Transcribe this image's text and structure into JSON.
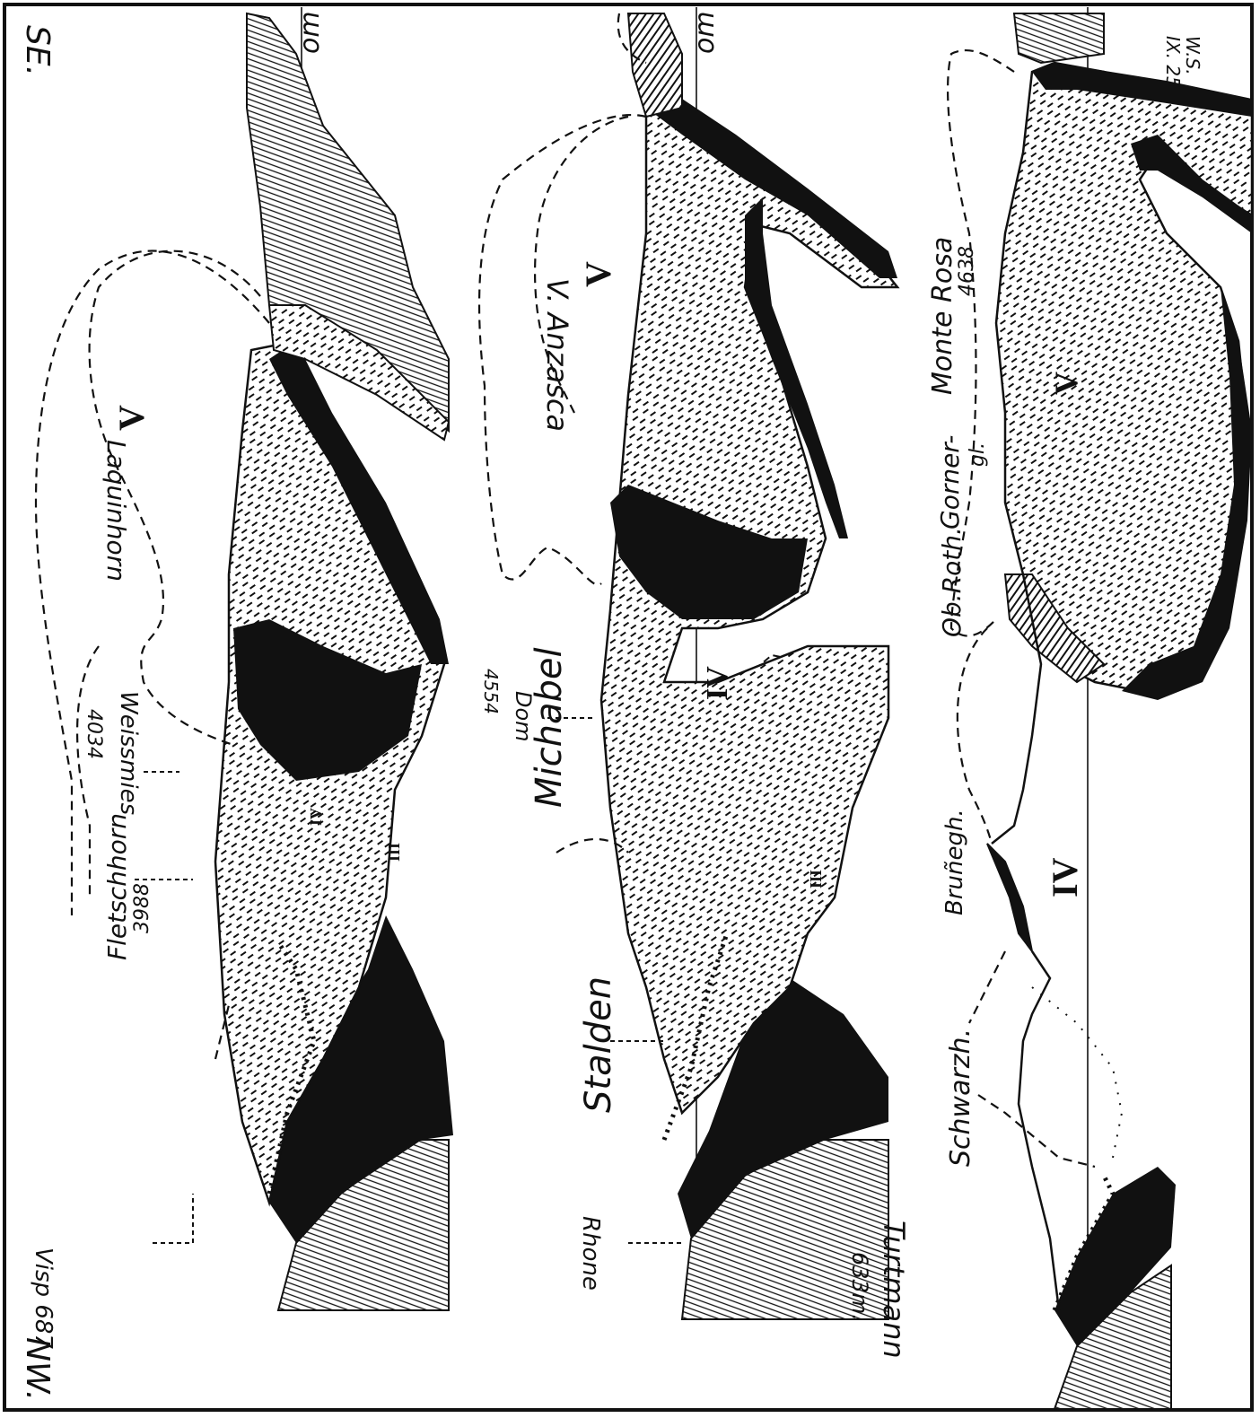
{
  "figure": {
    "orientation_top": "SE.",
    "orientation_bottom": "NW.",
    "corner_note_1": "W.S.",
    "corner_note_2": "IX. 25",
    "om_label_1": "om",
    "om_label_2": "om"
  },
  "profile_1": {
    "visp": "Visp 687",
    "fletschhorn": "Fletschhorn",
    "fletschhorn_height": "3988",
    "weissmies": "Weissmies",
    "weissmies_height": "4034",
    "laquinhorn": "Laquinhorn",
    "nappe_v": "V",
    "nappe_iv": "IV",
    "nappe_iii": "III"
  },
  "profile_2": {
    "rhone": "Rhone",
    "stalden": "Stalden",
    "michabel": "Michabel",
    "dom": "Dom",
    "dom_height": "4554",
    "v_anzasca": "V. Anzasca",
    "nappe_v": "V",
    "nappe_iv": "IV",
    "nappe_iii": "III"
  },
  "profile_3": {
    "turtmann": "Turtmann",
    "turtmann_height": "633m.",
    "schwarzh": "Schwarzh.",
    "bruneggh": "Bruñegh.",
    "ob_rothh": "Ob.Roth.",
    "gorner": "Gorner-",
    "gorner_2": "gl.",
    "monte_rosa": "Monte Rosa",
    "monte_rosa_height": "4638",
    "nappe_v": "V",
    "nappe_iv": "IV"
  }
}
